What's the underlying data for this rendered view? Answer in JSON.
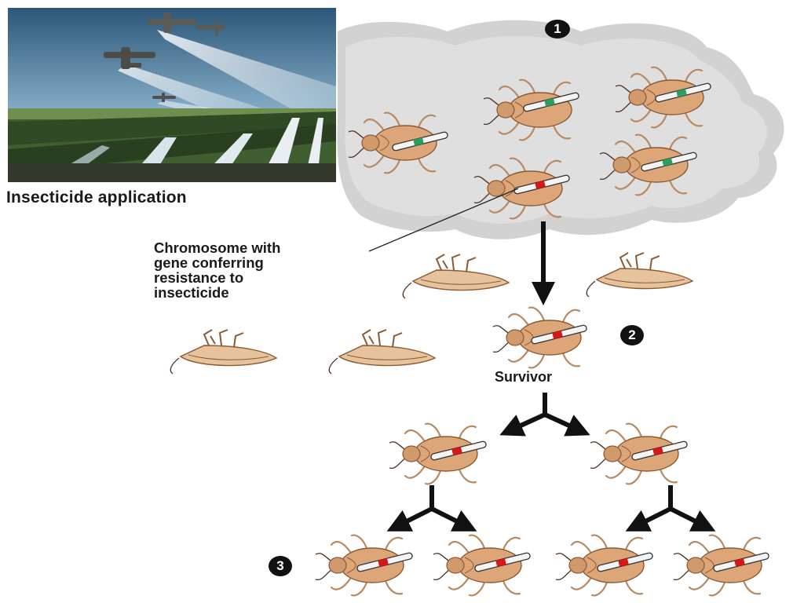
{
  "photo": {
    "caption": "Insecticide application"
  },
  "callout": {
    "lines": [
      "Chromosome with",
      "gene conferring",
      "resistance to",
      "insecticide"
    ]
  },
  "survivor_label": "Survivor",
  "steps": [
    "1",
    "2",
    "3"
  ],
  "colors": {
    "beetle_body": "#dca679",
    "beetle_outline": "#8a5a34",
    "cloud": "#d2d2d2",
    "susceptible_gene": "#2aa060",
    "resistance_gene": "#d81818",
    "arrow": "#111111"
  }
}
